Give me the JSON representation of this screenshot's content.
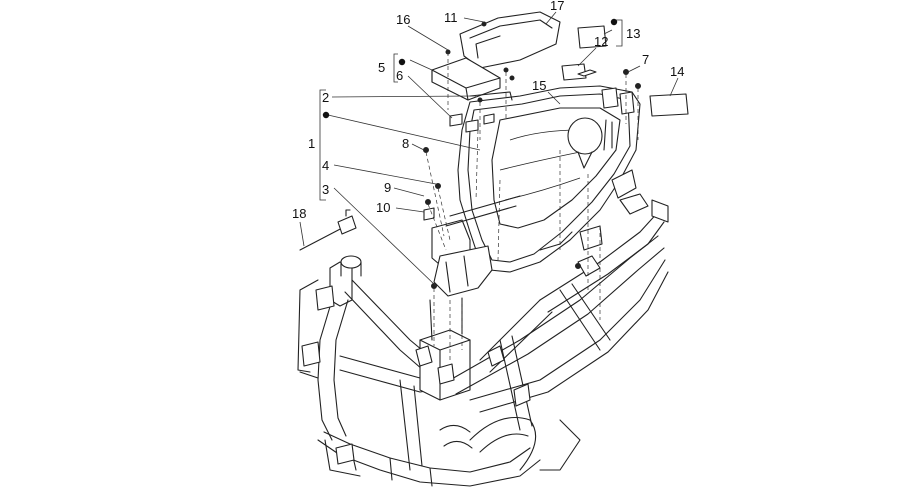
{
  "callouts": [
    {
      "id": "c1",
      "text": "1"
    },
    {
      "id": "c2",
      "text": "2"
    },
    {
      "id": "c3",
      "text": "3"
    },
    {
      "id": "c4",
      "text": "4"
    },
    {
      "id": "c5",
      "text": "5"
    },
    {
      "id": "c6",
      "text": "6"
    },
    {
      "id": "c7",
      "text": "7"
    },
    {
      "id": "c8",
      "text": "8"
    },
    {
      "id": "c9",
      "text": "9"
    },
    {
      "id": "c10",
      "text": "10"
    },
    {
      "id": "c11",
      "text": "11"
    },
    {
      "id": "c12",
      "text": "12"
    },
    {
      "id": "c13",
      "text": "13"
    },
    {
      "id": "c14",
      "text": "14"
    },
    {
      "id": "c15",
      "text": "15"
    },
    {
      "id": "c16",
      "text": "16"
    },
    {
      "id": "c17",
      "text": "17"
    },
    {
      "id": "c18",
      "text": "18"
    }
  ]
}
